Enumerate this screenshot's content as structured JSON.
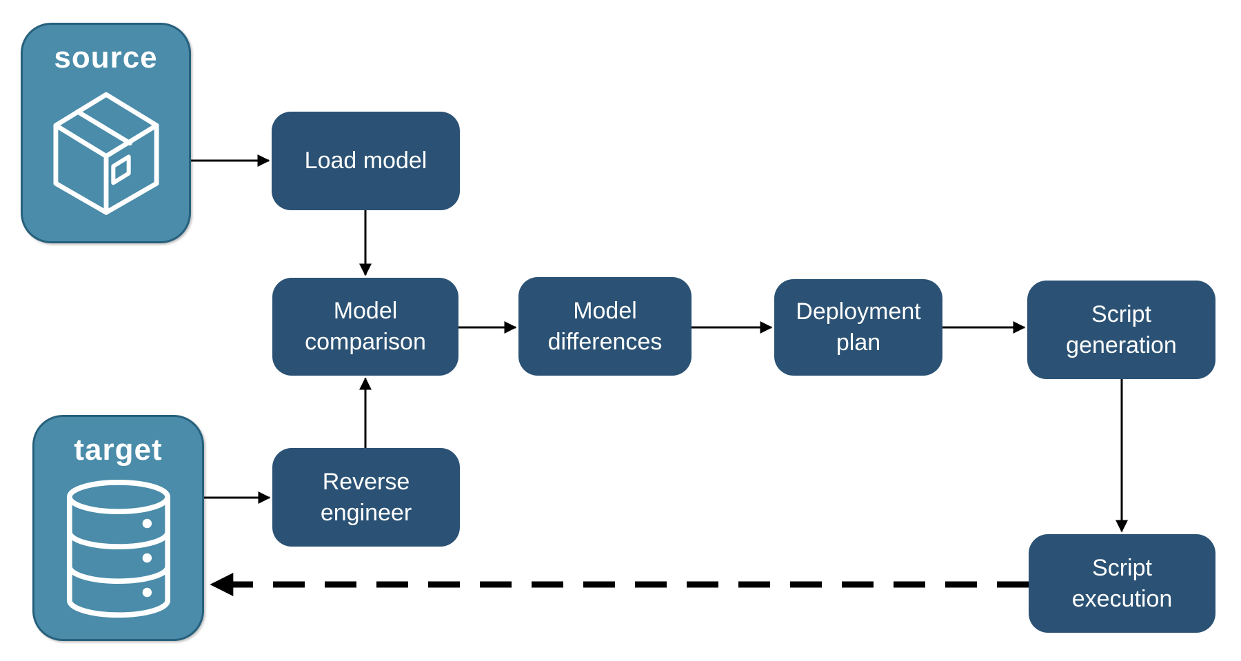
{
  "diagram": {
    "endpoints": [
      {
        "id": "source",
        "label": "source",
        "icon": "package-icon"
      },
      {
        "id": "target",
        "label": "target",
        "icon": "database-icon"
      }
    ],
    "nodes": [
      {
        "id": "load-model",
        "label": "Load model"
      },
      {
        "id": "model-comparison",
        "label": "Model comparison"
      },
      {
        "id": "model-differences",
        "label": "Model differences"
      },
      {
        "id": "deployment-plan",
        "label": "Deployment plan"
      },
      {
        "id": "script-generation",
        "label": "Script generation"
      },
      {
        "id": "reverse-engineer",
        "label": "Reverse engineer"
      },
      {
        "id": "script-execution",
        "label": "Script execution"
      }
    ],
    "edges": [
      {
        "from": "source",
        "to": "load-model",
        "style": "solid"
      },
      {
        "from": "load-model",
        "to": "model-comparison",
        "style": "solid"
      },
      {
        "from": "model-comparison",
        "to": "model-differences",
        "style": "solid"
      },
      {
        "from": "model-differences",
        "to": "deployment-plan",
        "style": "solid"
      },
      {
        "from": "deployment-plan",
        "to": "script-generation",
        "style": "solid"
      },
      {
        "from": "script-generation",
        "to": "script-execution",
        "style": "solid"
      },
      {
        "from": "target",
        "to": "reverse-engineer",
        "style": "solid"
      },
      {
        "from": "reverse-engineer",
        "to": "model-comparison",
        "style": "solid"
      },
      {
        "from": "script-execution",
        "to": "target",
        "style": "dashed"
      }
    ],
    "colors": {
      "background": "#ffffff",
      "endpoint_fill": "#4A8CA9",
      "endpoint_border": "#26607C",
      "node_fill": "#2B5274",
      "arrow": "#000000",
      "label": "#ffffff"
    }
  }
}
